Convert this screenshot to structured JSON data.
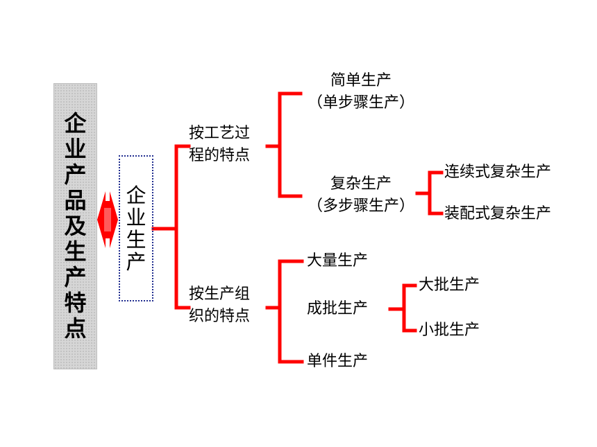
{
  "diagram": {
    "title": "企业产品及生产特点",
    "center": "企业生产",
    "branch_process": {
      "label_line1": "按工艺过",
      "label_line2": "程的特点",
      "simple": {
        "line1": "简单生产",
        "line2": "（单步骤生产）"
      },
      "complex": {
        "line1": "复杂生产",
        "line2": "（多步骤生产）",
        "children": [
          "连续式复杂生产",
          "装配式复杂生产"
        ]
      }
    },
    "branch_org": {
      "label_line1": "按生产组",
      "label_line2": "织的特点",
      "mass": "大量生产",
      "batch": {
        "label": "成批生产",
        "children": [
          "大批生产",
          "小批生产"
        ]
      },
      "single": "单件生产"
    },
    "colors": {
      "connector": "#ff0000",
      "center_border": "#1f2c8f",
      "title_bg": "#d6d6d6"
    }
  }
}
